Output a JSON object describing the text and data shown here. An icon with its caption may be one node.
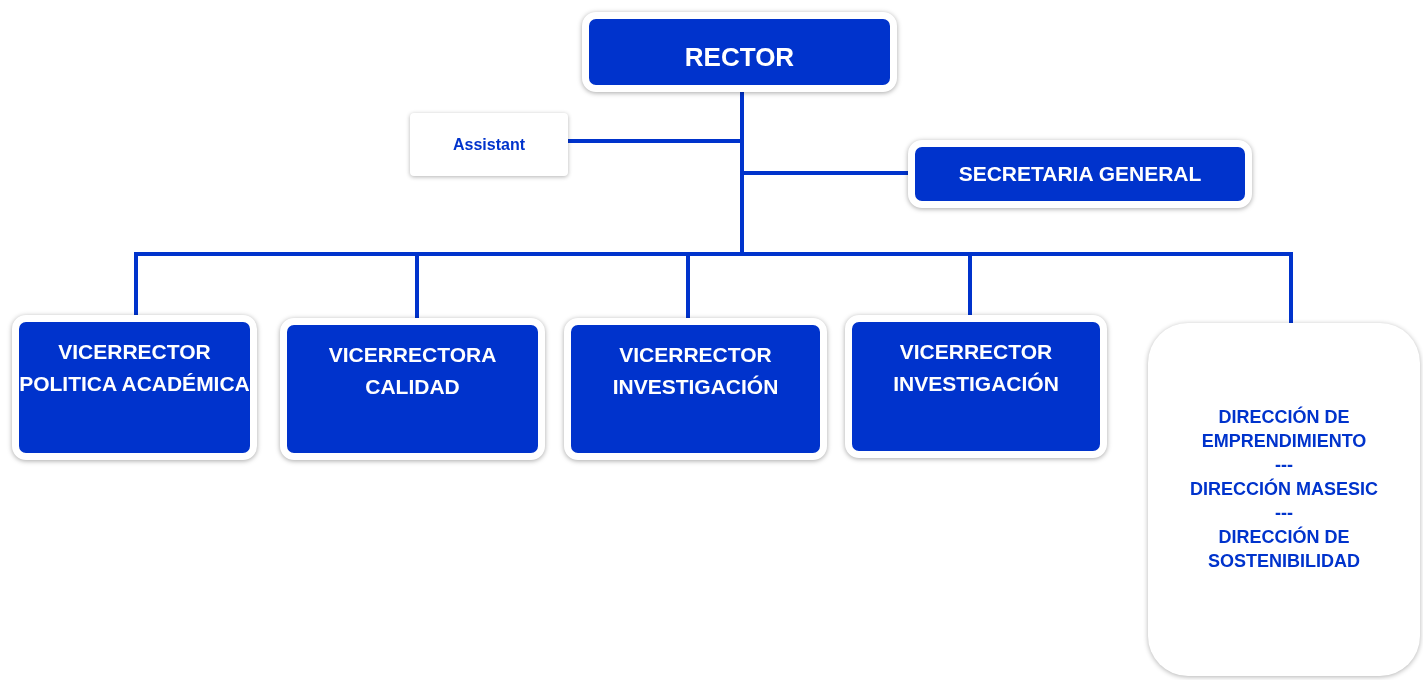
{
  "diagram": {
    "nodes": [
      {
        "text": [
          "RECTOR"
        ]
      },
      {
        "text": [
          "Assistant"
        ]
      },
      {
        "text": [
          "SECRETARIA GENERAL"
        ]
      },
      {
        "text": [
          "VICERRECTOR POLITICA ACADÉMICA"
        ]
      },
      {
        "text": [
          "VICERRECTORA CALIDAD"
        ]
      },
      {
        "text": [
          "VICERRECTOR INVESTIGACIÓN"
        ]
      },
      {
        "text": [
          "VICERRECTOR INVESTIGACIÓN"
        ]
      },
      {
        "text": [
          "DIRECCIÓN DE EMPRENDIMIENTO",
          "---",
          "DIRECCIÓN MASESIC",
          "---",
          "DIRECCIÓN DE SOSTENIBILIDAD"
        ]
      }
    ],
    "edges": [
      {
        "from": 0,
        "to": 1,
        "arrow": "none"
      },
      {
        "from": 0,
        "to": 2,
        "arrow": "none"
      },
      {
        "from": 0,
        "to": 3,
        "arrow": "none"
      },
      {
        "from": 0,
        "to": 4,
        "arrow": "none"
      },
      {
        "from": 0,
        "to": 5,
        "arrow": "none"
      },
      {
        "from": 0,
        "to": 6,
        "arrow": "none"
      },
      {
        "from": 0,
        "to": 7,
        "arrow": "none"
      }
    ]
  }
}
